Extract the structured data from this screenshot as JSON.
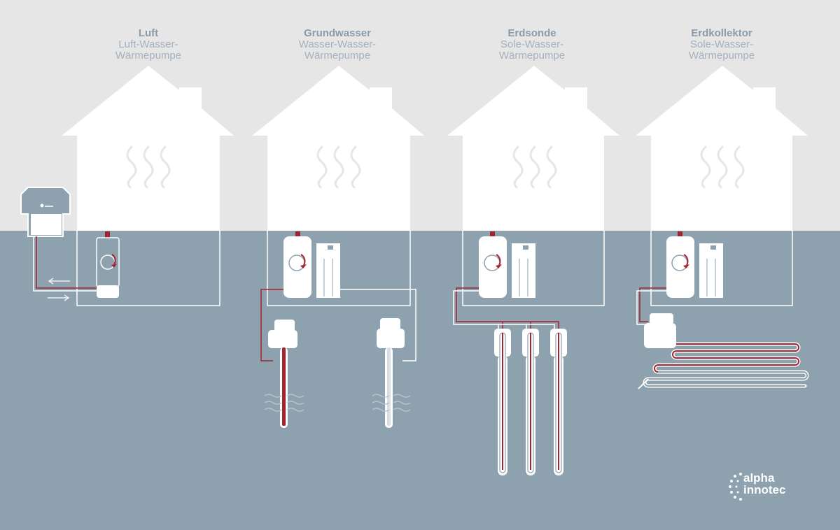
{
  "columns": [
    {
      "id": "luft",
      "title": "Luft",
      "sub1": "Luft-Wasser-",
      "sub2": "Wärmepumpe"
    },
    {
      "id": "grundwasser",
      "title": "Grundwasser",
      "sub1": "Wasser-Wasser-",
      "sub2": "Wärmepumpe"
    },
    {
      "id": "erdsonde",
      "title": "Erdsonde",
      "sub1": "Sole-Wasser-",
      "sub2": "Wärmepumpe"
    },
    {
      "id": "erdkollektor",
      "title": "Erdkollektor",
      "sub1": "Sole-Wasser-",
      "sub2": "Wärmepumpe"
    }
  ],
  "logo": {
    "line1": "alpha",
    "line2": "innotec"
  },
  "colors": {
    "sky": "#e6e6e7",
    "ground": "#8ea1ae",
    "house": "#ffffff",
    "pipe_hot": "#a3232f",
    "pipe_cold": "#ffffff",
    "label_title": "#8a9cab",
    "label_sub": "#a4b1bc"
  }
}
